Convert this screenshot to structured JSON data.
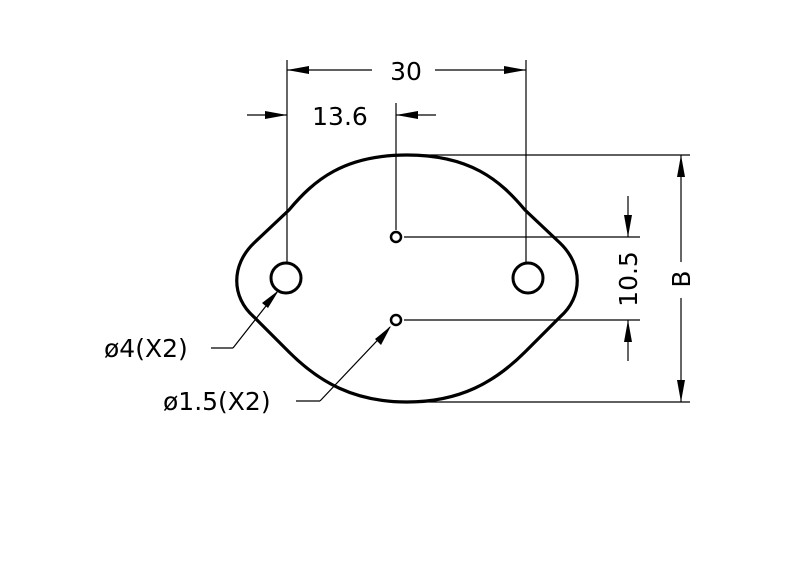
{
  "drawing": {
    "dim_overall_width": "30",
    "dim_center_offset": "13.6",
    "dim_small_hole_spacing": "10.5",
    "dim_height": "B",
    "note_large_holes": "ø4(X2)",
    "note_small_holes": "ø1.5(X2)"
  }
}
